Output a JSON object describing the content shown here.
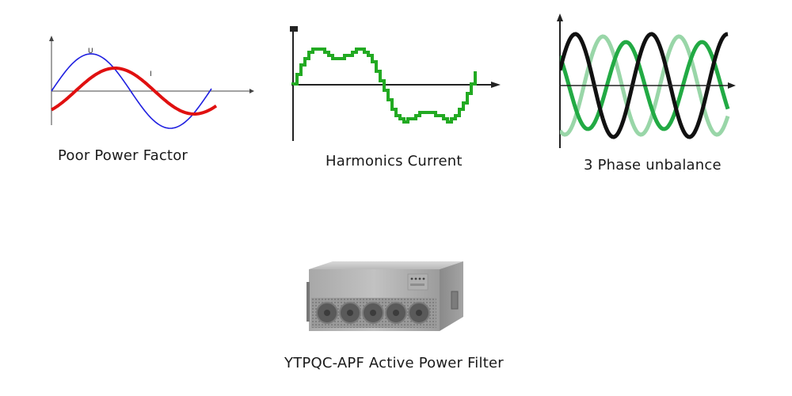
{
  "panels": {
    "power_factor": {
      "caption": "Poor Power Factor",
      "u_label": "U",
      "i_label": "I",
      "colors": {
        "u": "#1f1fe0",
        "i": "#e01010",
        "axis": "#444444"
      }
    },
    "harmonics": {
      "caption": "Harmonics Current",
      "colors": {
        "wave": "#22aa22",
        "axis": "#222222"
      }
    },
    "unbalance": {
      "caption": "3 Phase unbalance",
      "colors": {
        "phase_a": "#111111",
        "phase_b": "#22aa44",
        "phase_c": "#99d6a8",
        "axis": "#222222"
      }
    }
  },
  "product": {
    "caption": "YTPQC-APF Active Power Filter",
    "fan_count": 5
  }
}
